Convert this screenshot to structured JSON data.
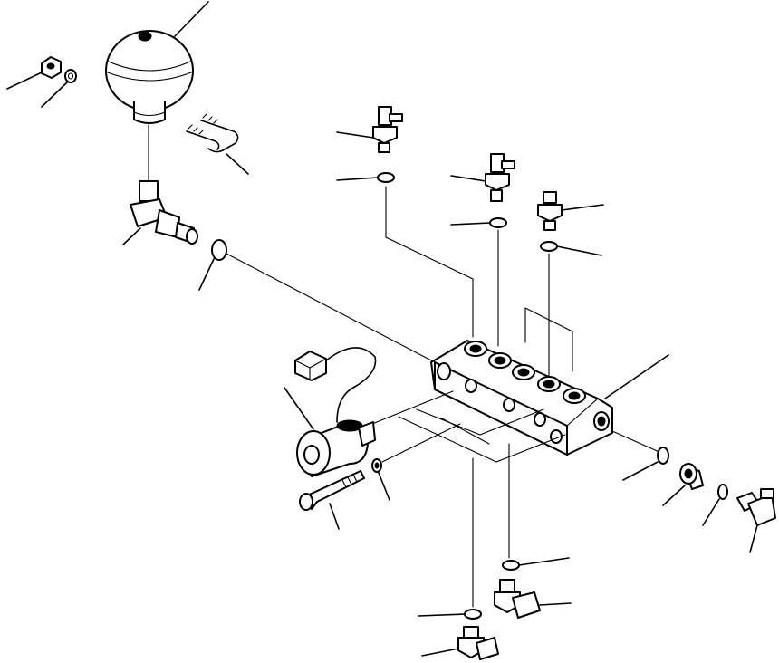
{
  "diagram": {
    "colors": {
      "ink": "#000000",
      "paper": "#ffffff",
      "shade": "#d8d8d8"
    },
    "parts": [
      "accumulator",
      "nut",
      "washer",
      "u-clip",
      "elbow-fitting",
      "o-ring",
      "tee-fitting",
      "straight-fitting",
      "valve-block",
      "solenoid",
      "connector",
      "bolt",
      "plug",
      "elbow-fitting-lower"
    ]
  }
}
